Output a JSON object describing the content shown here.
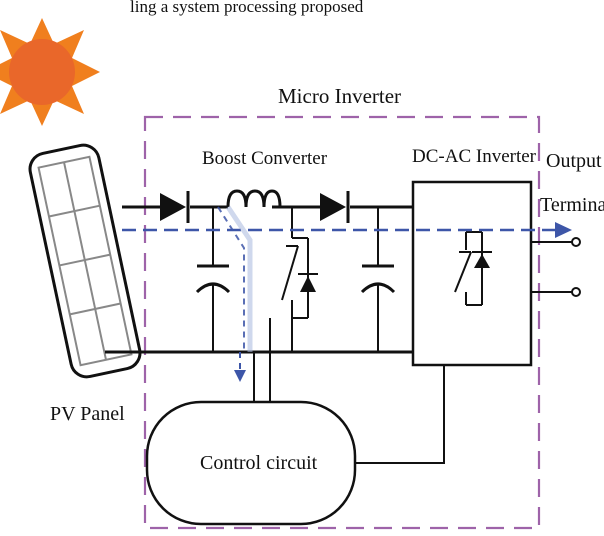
{
  "header_text": "ling a system processing proposed",
  "labels": {
    "micro_inverter": "Micro Inverter",
    "boost_converter": "Boost Converter",
    "dc_ac_inverter": "DC-AC Inverter",
    "output_terminal_line1": "Output",
    "output_terminal_line2": "Terminal",
    "pv_panel": "PV Panel",
    "control_circuit": "Control circuit"
  },
  "colors": {
    "sun_orange": "#F07F1E",
    "sun_core": "#E9672A",
    "micro_inverter_border": "#9E63A9",
    "power_flow_arrow": "#3D56A8",
    "line": "#111111",
    "panel_grid": "#888888"
  },
  "icons": {
    "sun": "sun-icon",
    "pv_panel": "pv-panel-icon"
  }
}
